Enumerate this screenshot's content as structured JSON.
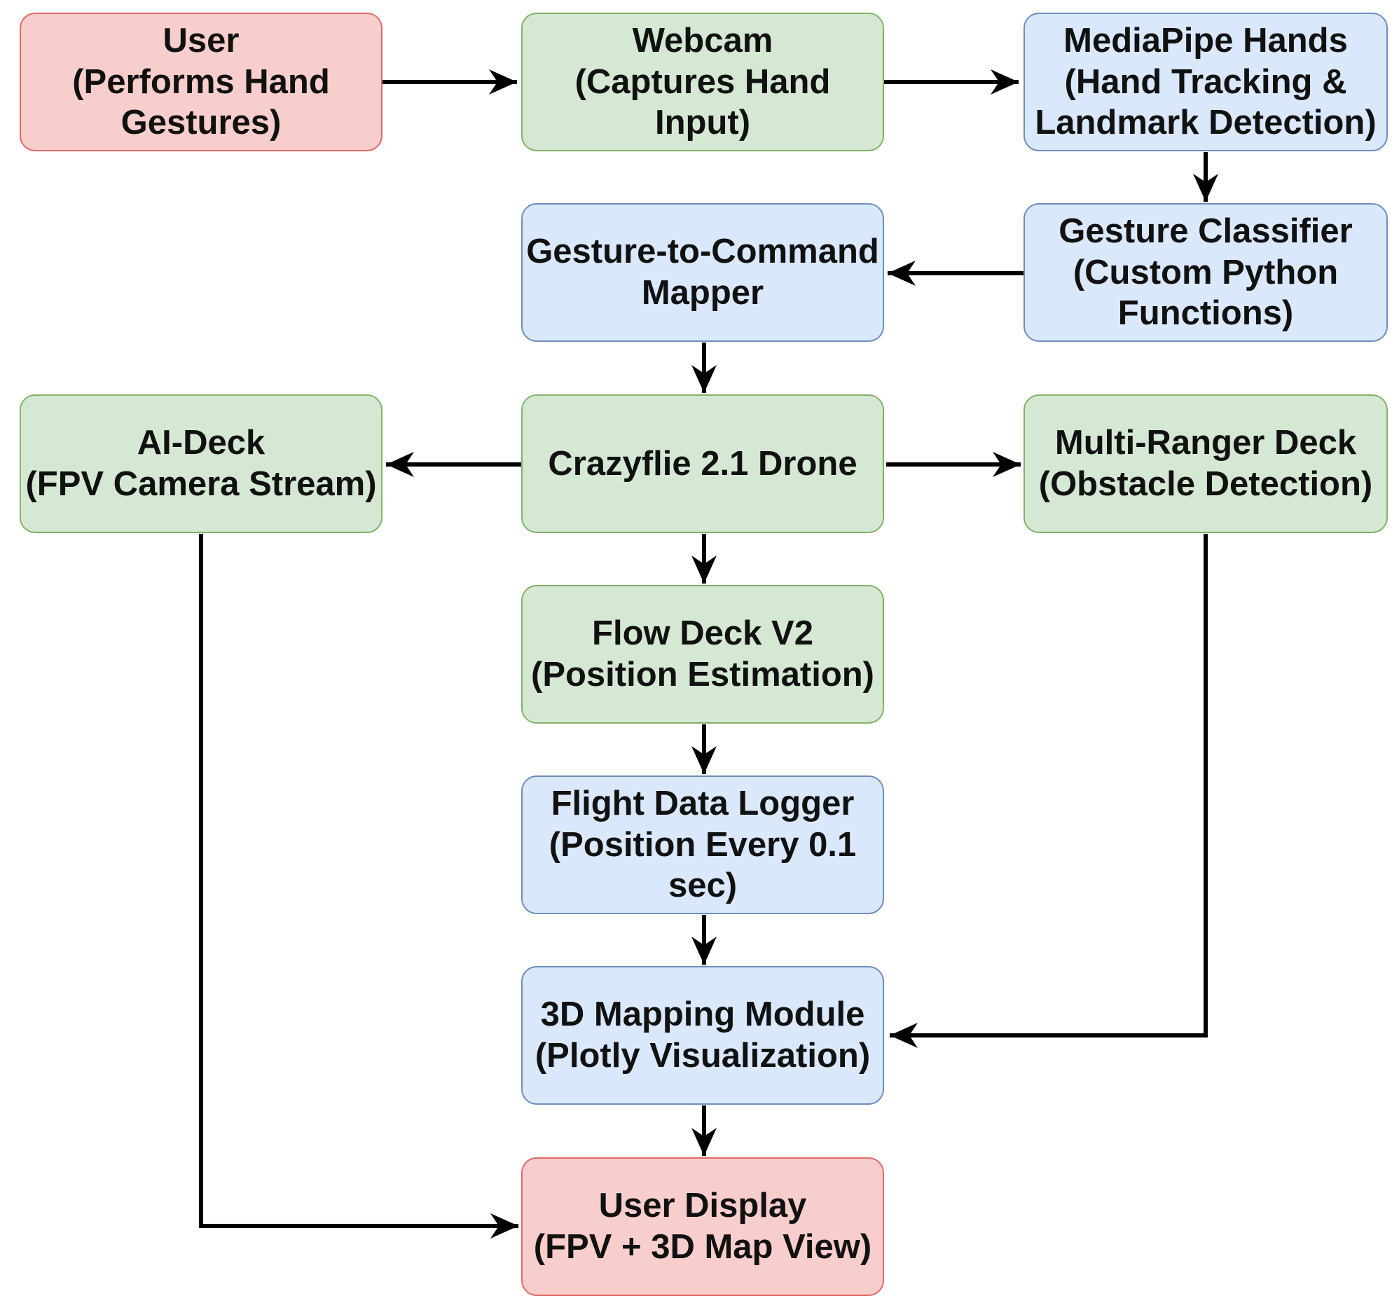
{
  "nodes": {
    "user": {
      "line1": "User",
      "line2": "(Performs Hand",
      "line3": "Gestures)"
    },
    "webcam": {
      "line1": "Webcam",
      "line2": "(Captures Hand",
      "line3": "Input)"
    },
    "mediapipe": {
      "line1": "MediaPipe Hands",
      "line2": "(Hand Tracking &",
      "line3": "Landmark Detection)"
    },
    "gesture_classifier": {
      "line1": "Gesture Classifier",
      "line2": "(Custom Python",
      "line3": "Functions)"
    },
    "gesture_mapper": {
      "line1": "Gesture-to-Command",
      "line2": "Mapper"
    },
    "ai_deck": {
      "line1": "AI-Deck",
      "line2": "(FPV Camera Stream)"
    },
    "crazyflie": {
      "line1": "Crazyflie 2.1 Drone"
    },
    "multiranger": {
      "line1": "Multi-Ranger Deck",
      "line2": "(Obstacle Detection)"
    },
    "flow_deck": {
      "line1": "Flow Deck V2",
      "line2": "(Position Estimation)"
    },
    "flight_logger": {
      "line1": "Flight Data Logger",
      "line2": "(Position Every 0.1",
      "line3": "sec)"
    },
    "mapping": {
      "line1": "3D Mapping Module",
      "line2": "(Plotly Visualization)"
    },
    "user_display": {
      "line1": "User Display",
      "line2": "(FPV + 3D Map View)"
    }
  },
  "colors": {
    "red_fill": "#f8cecc",
    "red_border": "#e06a67",
    "green_fill": "#d5e8d4",
    "green_border": "#82b366",
    "blue_fill": "#dae8fc",
    "blue_border": "#6c8ebf",
    "arrow": "#000000"
  }
}
